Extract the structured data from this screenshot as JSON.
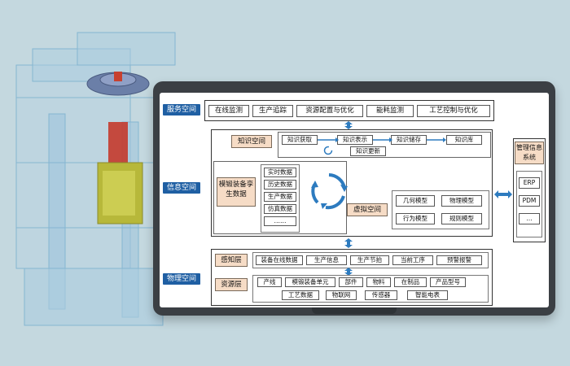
{
  "service_layer": {
    "label": "服务空间",
    "items": [
      "在线监测",
      "生产追踪",
      "资源配置与优化",
      "能耗监测",
      "工艺控制与优化"
    ]
  },
  "info_layer": {
    "label": "信息空间",
    "knowledge": {
      "label": "知识空间",
      "items": [
        "知识获取",
        "知识表示",
        "知识储存",
        "知识库",
        "知识更新"
      ]
    },
    "twin_data": {
      "label": "模锻装备孪生数据",
      "items": [
        "实时数据",
        "历史数据",
        "生产数据",
        "仿真数据",
        "……"
      ]
    },
    "virtual": {
      "label": "虚拟空间",
      "items": [
        "几何模型",
        "物理模型",
        "行为模型",
        "规则模型"
      ]
    }
  },
  "physical_layer": {
    "label": "物理空间",
    "perception": {
      "label": "感知层",
      "items": [
        "装备在线数据",
        "生产信息",
        "生产节拍",
        "当前工序",
        "预警报警"
      ]
    },
    "resource": {
      "label": "资源层",
      "row1": [
        "产线",
        "模锻装备单元",
        "部件",
        "物料",
        "在制品",
        "产品型号"
      ],
      "row2": [
        "工艺数据",
        "物联网",
        "传感器",
        "智能电表"
      ]
    }
  },
  "mis": {
    "label": "管理信息系统",
    "items": [
      "ERP",
      "PDM",
      "…"
    ]
  },
  "colors": {
    "accent": "#1f5fa3",
    "peach": "#f6dcc6",
    "arrow": "#2d7bbf"
  }
}
